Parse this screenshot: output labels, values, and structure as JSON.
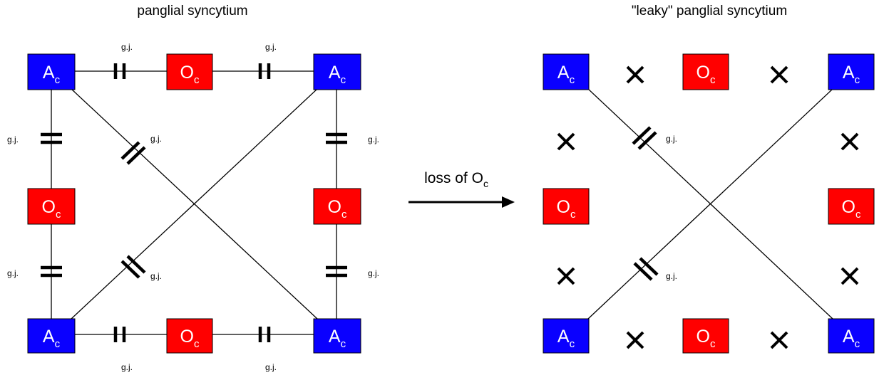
{
  "left_panel": {
    "title": "panglial syncytium"
  },
  "right_panel": {
    "title": "\"leaky\" panglial syncytium"
  },
  "cells": {
    "astrocyte": {
      "main": "A",
      "sub": "c",
      "color": "#0a00ff"
    },
    "oligodendrocyte": {
      "main": "O",
      "sub": "c",
      "color": "#ff0000"
    }
  },
  "gap_junction_label": "g.j.",
  "transition": {
    "label_main": "loss of O",
    "label_sub": "c"
  },
  "icons": {
    "lost_connection": "cross-icon",
    "gap_junction": "gap-junction-icon"
  }
}
